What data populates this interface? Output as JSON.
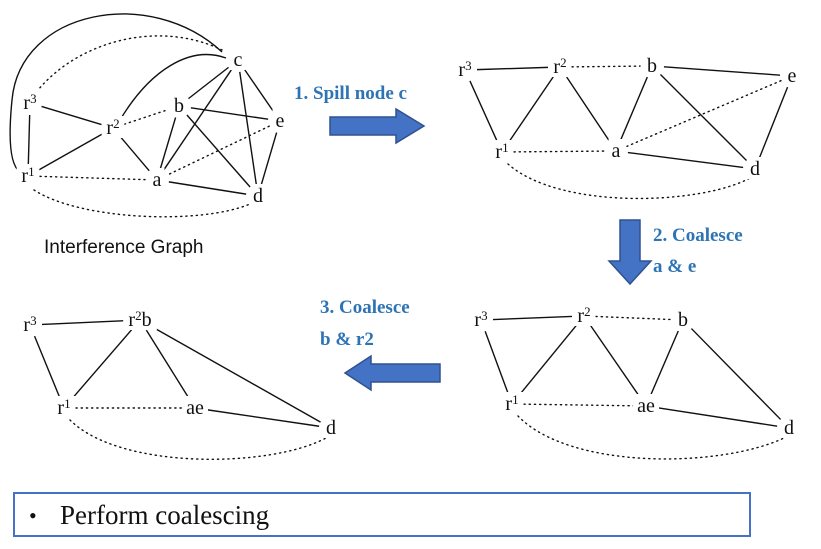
{
  "caption": "Interference Graph",
  "steps": {
    "step1": "1. Spill node c",
    "step2_line1": "2. Coalesce",
    "step2_line2": "a & e",
    "step3_line1": "3. Coalesce",
    "step3_line2": "b & r2"
  },
  "bullet": {
    "symbol": "•",
    "text": "Perform coalescing"
  },
  "graphs": [
    {
      "id": "g0",
      "nodes": [
        {
          "id": "c",
          "base": "c",
          "sub": ""
        },
        {
          "id": "r3",
          "base": "r",
          "sub": "3"
        },
        {
          "id": "r2",
          "base": "r",
          "sub": "2"
        },
        {
          "id": "b",
          "base": "b",
          "sub": ""
        },
        {
          "id": "e",
          "base": "e",
          "sub": ""
        },
        {
          "id": "r1",
          "base": "r",
          "sub": "1"
        },
        {
          "id": "a",
          "base": "a",
          "sub": ""
        },
        {
          "id": "d",
          "base": "d",
          "sub": ""
        }
      ],
      "edges": [
        {
          "from": "r3",
          "to": "r2",
          "style": "solid"
        },
        {
          "from": "r3",
          "to": "r1",
          "style": "solid"
        },
        {
          "from": "r2",
          "to": "r1",
          "style": "solid"
        },
        {
          "from": "r2",
          "to": "a",
          "style": "solid"
        },
        {
          "from": "r2",
          "to": "b",
          "style": "dotted"
        },
        {
          "from": "r2",
          "to": "c",
          "style": "solid"
        },
        {
          "from": "b",
          "to": "a",
          "style": "solid"
        },
        {
          "from": "b",
          "to": "e",
          "style": "solid"
        },
        {
          "from": "b",
          "to": "d",
          "style": "solid"
        },
        {
          "from": "c",
          "to": "a",
          "style": "solid"
        },
        {
          "from": "c",
          "to": "d",
          "style": "solid"
        },
        {
          "from": "c",
          "to": "e",
          "style": "solid"
        },
        {
          "from": "c",
          "to": "b",
          "style": "solid"
        },
        {
          "from": "c",
          "to": "r3",
          "style": "dotted"
        },
        {
          "from": "c",
          "to": "r1",
          "style": "solid"
        },
        {
          "from": "e",
          "to": "d",
          "style": "solid"
        },
        {
          "from": "e",
          "to": "a",
          "style": "dotted"
        },
        {
          "from": "a",
          "to": "d",
          "style": "solid"
        },
        {
          "from": "r1",
          "to": "a",
          "style": "dotted"
        },
        {
          "from": "r1",
          "to": "d",
          "style": "dotted"
        }
      ]
    },
    {
      "id": "g1",
      "nodes": [
        {
          "id": "r3",
          "base": "r",
          "sub": "3"
        },
        {
          "id": "r2",
          "base": "r",
          "sub": "2"
        },
        {
          "id": "b",
          "base": "b",
          "sub": ""
        },
        {
          "id": "e",
          "base": "e",
          "sub": ""
        },
        {
          "id": "r1",
          "base": "r",
          "sub": "1"
        },
        {
          "id": "a",
          "base": "a",
          "sub": ""
        },
        {
          "id": "d",
          "base": "d",
          "sub": ""
        }
      ],
      "edges": [
        {
          "from": "r3",
          "to": "r2",
          "style": "solid"
        },
        {
          "from": "r3",
          "to": "r1",
          "style": "solid"
        },
        {
          "from": "r2",
          "to": "r1",
          "style": "solid"
        },
        {
          "from": "r2",
          "to": "a",
          "style": "solid"
        },
        {
          "from": "r2",
          "to": "b",
          "style": "dotted"
        },
        {
          "from": "b",
          "to": "e",
          "style": "solid"
        },
        {
          "from": "b",
          "to": "a",
          "style": "solid"
        },
        {
          "from": "b",
          "to": "d",
          "style": "solid"
        },
        {
          "from": "e",
          "to": "d",
          "style": "solid"
        },
        {
          "from": "e",
          "to": "a",
          "style": "dotted"
        },
        {
          "from": "a",
          "to": "d",
          "style": "solid"
        },
        {
          "from": "r1",
          "to": "a",
          "style": "dotted"
        },
        {
          "from": "r1",
          "to": "d",
          "style": "dotted"
        }
      ]
    },
    {
      "id": "g2",
      "nodes": [
        {
          "id": "r3",
          "base": "r",
          "sub": "3"
        },
        {
          "id": "r2",
          "base": "r",
          "sub": "2"
        },
        {
          "id": "b",
          "base": "b",
          "sub": ""
        },
        {
          "id": "r1",
          "base": "r",
          "sub": "1"
        },
        {
          "id": "ae",
          "base": "ae",
          "sub": ""
        },
        {
          "id": "d",
          "base": "d",
          "sub": ""
        }
      ],
      "edges": [
        {
          "from": "r3",
          "to": "r2",
          "style": "solid"
        },
        {
          "from": "r3",
          "to": "r1",
          "style": "solid"
        },
        {
          "from": "r2",
          "to": "r1",
          "style": "solid"
        },
        {
          "from": "r2",
          "to": "ae",
          "style": "solid"
        },
        {
          "from": "r2",
          "to": "b",
          "style": "dotted"
        },
        {
          "from": "b",
          "to": "ae",
          "style": "solid"
        },
        {
          "from": "b",
          "to": "d",
          "style": "solid"
        },
        {
          "from": "ae",
          "to": "d",
          "style": "solid"
        },
        {
          "from": "r1",
          "to": "ae",
          "style": "dotted"
        },
        {
          "from": "r1",
          "to": "d",
          "style": "dotted"
        }
      ]
    },
    {
      "id": "g3",
      "nodes": [
        {
          "id": "r3",
          "base": "r",
          "sub": "3"
        },
        {
          "id": "r2b",
          "base": "r",
          "sub": "2",
          "suffix": "b"
        },
        {
          "id": "r1",
          "base": "r",
          "sub": "1"
        },
        {
          "id": "ae",
          "base": "ae",
          "sub": ""
        },
        {
          "id": "d",
          "base": "d",
          "sub": ""
        }
      ],
      "edges": [
        {
          "from": "r3",
          "to": "r2b",
          "style": "solid"
        },
        {
          "from": "r3",
          "to": "r1",
          "style": "solid"
        },
        {
          "from": "r2b",
          "to": "r1",
          "style": "solid"
        },
        {
          "from": "r2b",
          "to": "ae",
          "style": "solid"
        },
        {
          "from": "r2b",
          "to": "d",
          "style": "solid"
        },
        {
          "from": "ae",
          "to": "d",
          "style": "solid"
        },
        {
          "from": "r1",
          "to": "ae",
          "style": "dotted"
        },
        {
          "from": "r1",
          "to": "d",
          "style": "dotted"
        }
      ]
    }
  ],
  "colors": {
    "step_text": "#2E74B5",
    "arrow_fill": "#4472C4",
    "bullet_border": "#4472C4"
  }
}
